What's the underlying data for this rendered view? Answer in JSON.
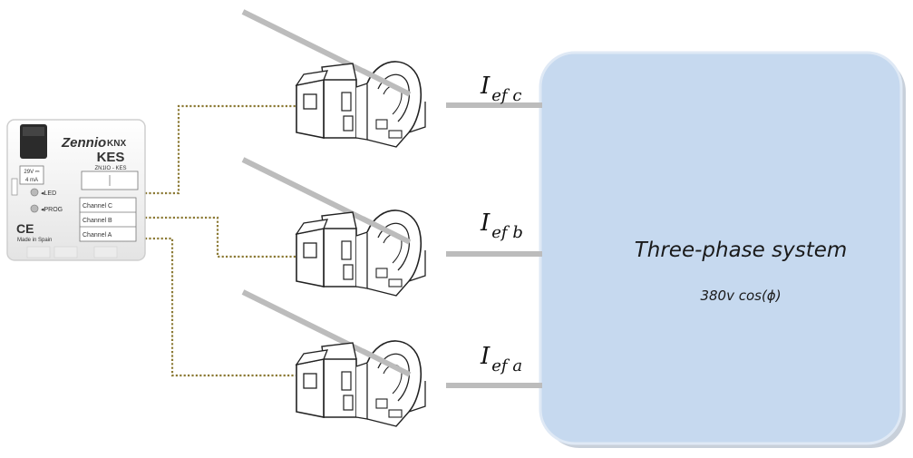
{
  "device": {
    "brand": "Zennio",
    "brand_logo": "KNX",
    "model": "KES",
    "code": "ZN1IO - KES",
    "power_label": "29V ⎓",
    "current_label": "4 mA",
    "led_label": "◂LED",
    "prog_label": "◂PROG",
    "ce_mark": "CE",
    "origin": "Made in Spain",
    "channels": [
      "Channel C",
      "Channel B",
      "Channel A"
    ]
  },
  "phases": [
    {
      "sub": "ef c"
    },
    {
      "sub": "ef b"
    },
    {
      "sub": "ef a"
    }
  ],
  "current_symbol": "I",
  "system": {
    "title": "Three-phase system",
    "specs": "380v   cos(ϕ)"
  },
  "colors": {
    "system_fill": "#c6d9ef",
    "system_border": "#5b7393",
    "wire": "#bcbcbc",
    "signal": "#8c7a35"
  }
}
